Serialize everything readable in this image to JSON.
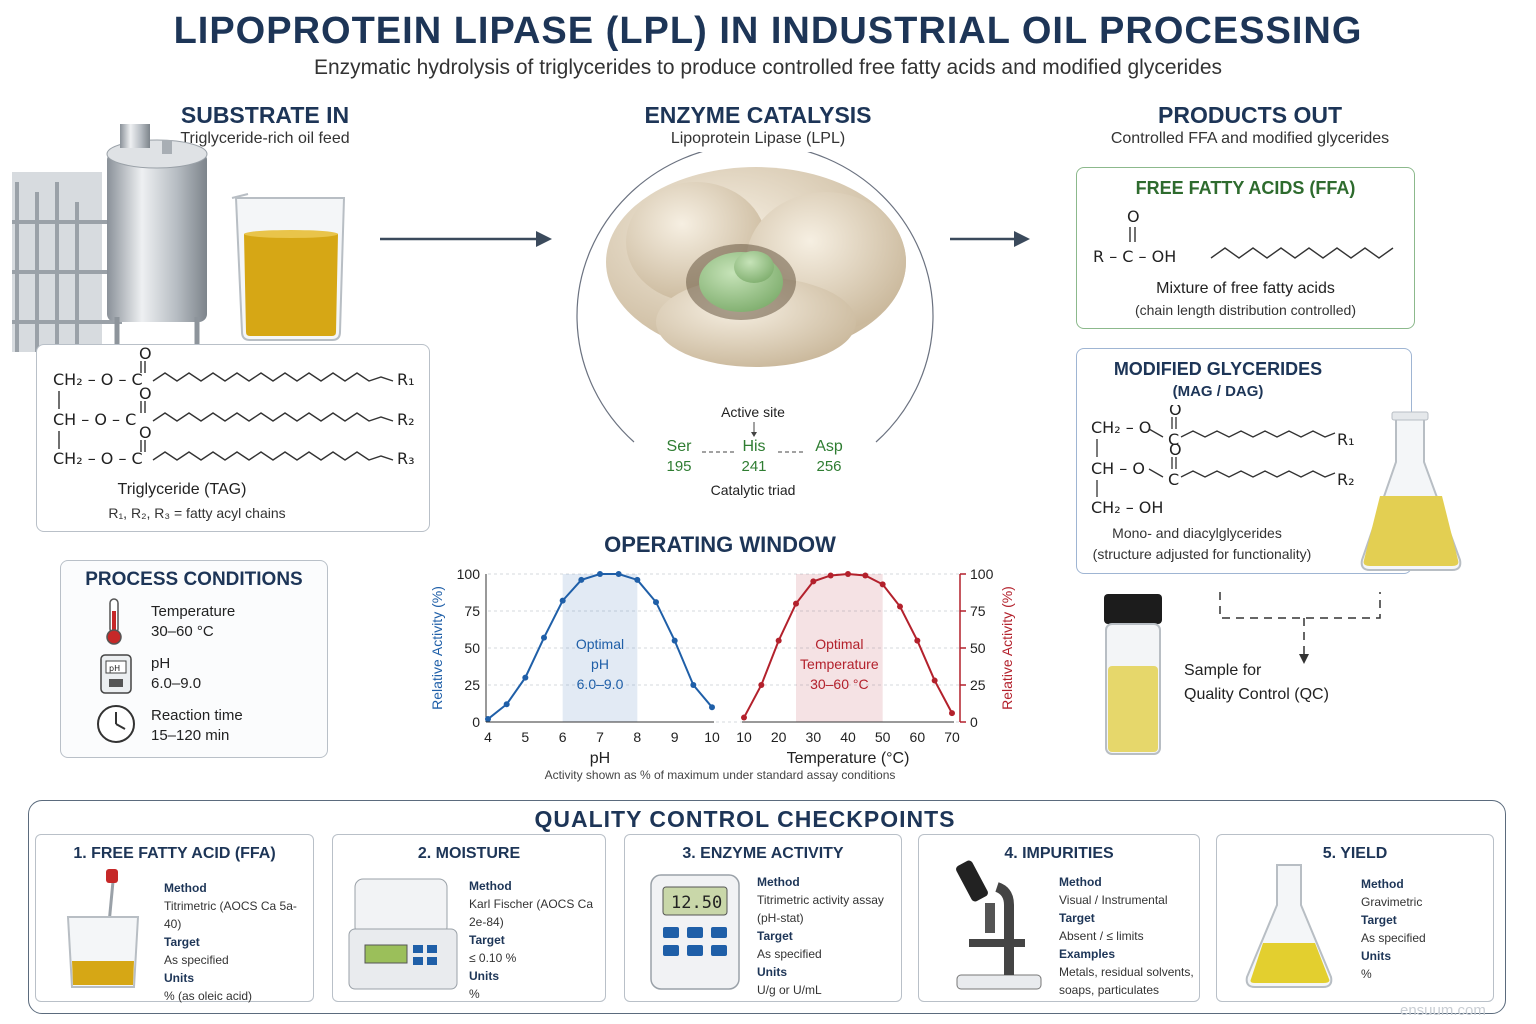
{
  "title": "LIPOPROTEIN LIPASE (LPL) IN INDUSTRIAL OIL PROCESSING",
  "subtitle": "Enzymatic hydrolysis of triglycerides to produce controlled free fatty acids and modified glycerides",
  "substrate": {
    "heading": "SUBSTRATE IN",
    "sub": "Triglyceride-rich oil feed",
    "struct_rows": [
      "CH₂ – O – C",
      "CH – O – C",
      "CH₂ – O – C"
    ],
    "r_labels": [
      "R₁",
      "R₂",
      "R₃"
    ],
    "name": "Triglyceride (TAG)",
    "note": "R₁, R₂, R₃ = fatty acyl chains"
  },
  "enzyme": {
    "heading": "ENZYME CATALYSIS",
    "sub": "Lipoprotein Lipase (LPL)",
    "active_site": "Active site",
    "triad": [
      {
        "res": "Ser",
        "num": "195"
      },
      {
        "res": "His",
        "num": "241"
      },
      {
        "res": "Asp",
        "num": "256"
      }
    ],
    "triad_label": "Catalytic triad"
  },
  "products": {
    "heading": "PRODUCTS OUT",
    "sub": "Controlled FFA and modified glycerides",
    "ffa": {
      "title": "FREE FATTY ACIDS (FFA)",
      "formula_o": "O",
      "formula_r": "R – C – OH",
      "desc1": "Mixture of free fatty acids",
      "desc2": "(chain length distribution controlled)"
    },
    "mod": {
      "title": "MODIFIED GLYCERIDES",
      "title2": "(MAG / DAG)",
      "rows": [
        "CH₂ – O",
        "CH – O",
        "CH₂ – OH"
      ],
      "r_labels": [
        "R₁",
        "R₂"
      ],
      "desc1": "Mono- and diacylglycerides",
      "desc2": "(structure adjusted for functionality)"
    },
    "sample": {
      "line1": "Sample for",
      "line2": "Quality Control (QC)"
    }
  },
  "conditions": {
    "heading": "PROCESS CONDITIONS",
    "items": [
      {
        "icon": "thermometer-icon",
        "label": "Temperature",
        "value": "30–60 °C"
      },
      {
        "icon": "ph-meter-icon",
        "label": "pH",
        "value": "6.0–9.0"
      },
      {
        "icon": "clock-icon",
        "label": "Reaction time",
        "value": "15–120 min"
      }
    ]
  },
  "chart_data": {
    "type": "line",
    "title": "OPERATING WINDOW",
    "footnote": "Activity shown as % of maximum under standard assay conditions",
    "left": {
      "xlabel": "pH",
      "ylabel": "Relative Activity (%)",
      "xticks": [
        "4",
        "5",
        "6",
        "7",
        "8",
        "9",
        "10"
      ],
      "xlim": [
        4,
        10
      ],
      "yticks": [
        "0",
        "25",
        "50",
        "75",
        "100"
      ],
      "ylim": [
        0,
        100
      ],
      "color": "#1f5fa8",
      "x": [
        4,
        4.5,
        5,
        5.5,
        6,
        6.5,
        7,
        7.5,
        8,
        8.5,
        9,
        9.5,
        10
      ],
      "y": [
        2,
        12,
        30,
        57,
        82,
        96,
        100,
        100,
        96,
        81,
        55,
        25,
        10
      ],
      "band": [
        6,
        8
      ],
      "band_label": [
        "Optimal",
        "pH",
        "6.0–9.0"
      ]
    },
    "right": {
      "xlabel": "Temperature (°C)",
      "ylabel": "Relative Activity (%)",
      "xticks": [
        "10",
        "20",
        "30",
        "40",
        "50",
        "60",
        "70"
      ],
      "xlim": [
        10,
        70
      ],
      "yticks": [
        "0",
        "25",
        "50",
        "75",
        "100"
      ],
      "ylim": [
        0,
        100
      ],
      "color": "#b3212c",
      "x": [
        10,
        15,
        20,
        25,
        30,
        35,
        40,
        45,
        50,
        55,
        60,
        65,
        70
      ],
      "y": [
        3,
        25,
        55,
        80,
        95,
        99,
        100,
        99,
        93,
        78,
        55,
        28,
        6
      ],
      "band": [
        25,
        50
      ],
      "band_label": [
        "Optimal",
        "Temperature",
        "30–60 °C"
      ]
    }
  },
  "qc": {
    "heading": "QUALITY CONTROL CHECKPOINTS",
    "cards": [
      {
        "title": "1. FREE FATTY ACID (FFA)",
        "lines": [
          [
            "Method",
            "Titrimetric (AOCS Ca 5a-40)"
          ],
          [
            "Target",
            "As specified"
          ],
          [
            "Units",
            "% (as oleic acid)"
          ]
        ]
      },
      {
        "title": "2. MOISTURE",
        "lines": [
          [
            "Method",
            "Karl Fischer (AOCS Ca 2e-84)"
          ],
          [
            "Target",
            "≤ 0.10 %"
          ],
          [
            "Units",
            "%"
          ]
        ]
      },
      {
        "title": "3. ENZYME ACTIVITY",
        "lines": [
          [
            "Method",
            "Titrimetric activity assay (pH-stat)"
          ],
          [
            "Target",
            "As specified"
          ],
          [
            "Units",
            "U/g or U/mL"
          ]
        ],
        "display": "12.50"
      },
      {
        "title": "4. IMPURITIES",
        "lines": [
          [
            "Method",
            "Visual / Instrumental"
          ],
          [
            "Target",
            "Absent / ≤ limits"
          ],
          [
            "Examples",
            "Metals, residual solvents, soaps, particulates"
          ]
        ]
      },
      {
        "title": "5. YIELD",
        "lines": [
          [
            "Method",
            "Gravimetric"
          ],
          [
            "Target",
            "As specified"
          ],
          [
            "Units",
            "%"
          ]
        ]
      }
    ]
  },
  "watermark": "ensuum.com"
}
